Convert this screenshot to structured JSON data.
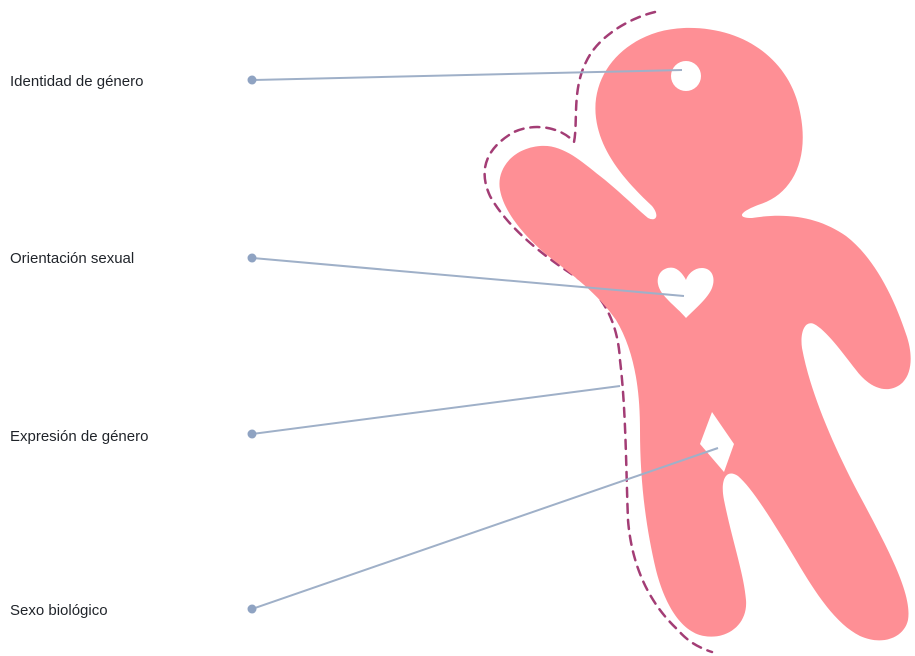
{
  "diagram": {
    "labels": {
      "identity": "Identidad de género",
      "orientation": "Orientación sexual",
      "expression": "Expresión de género",
      "sex": "Sexo biológico"
    },
    "colors": {
      "figure": "#fe8f95",
      "outline": "#a33d75",
      "leader": "#9fb0c8",
      "dot": "#8fa3c2",
      "text": "#1f2329"
    },
    "icons": {
      "head_marker": "circle",
      "chest_marker": "heart",
      "groin_marker": "diamond"
    }
  }
}
